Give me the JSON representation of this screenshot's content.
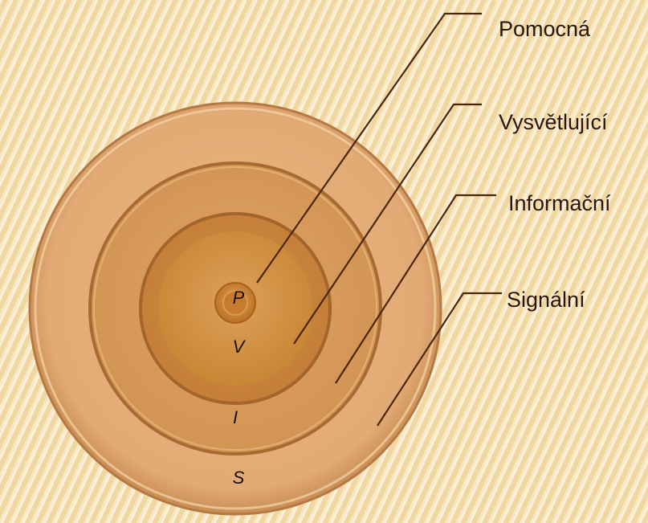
{
  "rings": [
    {
      "letter": "P",
      "label": "Pomocná"
    },
    {
      "letter": "V",
      "label": "Vysvětlující"
    },
    {
      "letter": "I",
      "label": "Informační"
    },
    {
      "letter": "S",
      "label": "Signální"
    }
  ],
  "colors": {
    "outer_disc": "#e4ad78",
    "outer_rim": "#b97c45",
    "ring_info": "#d89a5a",
    "ring_expl": "#c9843c",
    "core": "#d4913f",
    "center_dot": "#c57b2c",
    "line": "#4a2608",
    "text": "#2a1608"
  }
}
